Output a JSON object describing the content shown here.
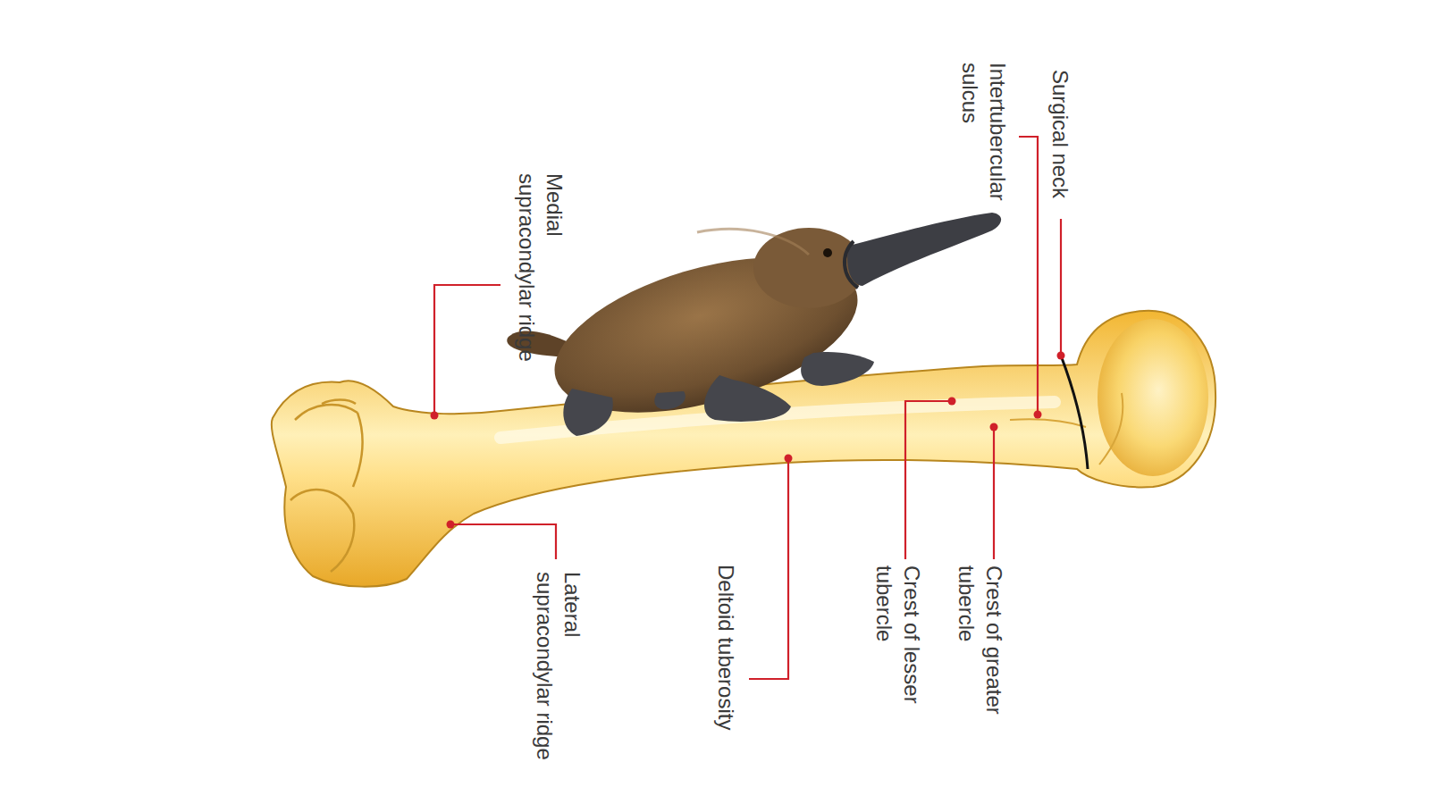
{
  "diagram": {
    "labels": [
      "Surgical neck",
      "Intertubercular sulcus",
      "Medial supracondylar ridge",
      "Lateral supracondylar ridge",
      "Deltoid tuberosity",
      "Crest of lesser tubercle",
      "Crest of greater tubercle"
    ]
  }
}
